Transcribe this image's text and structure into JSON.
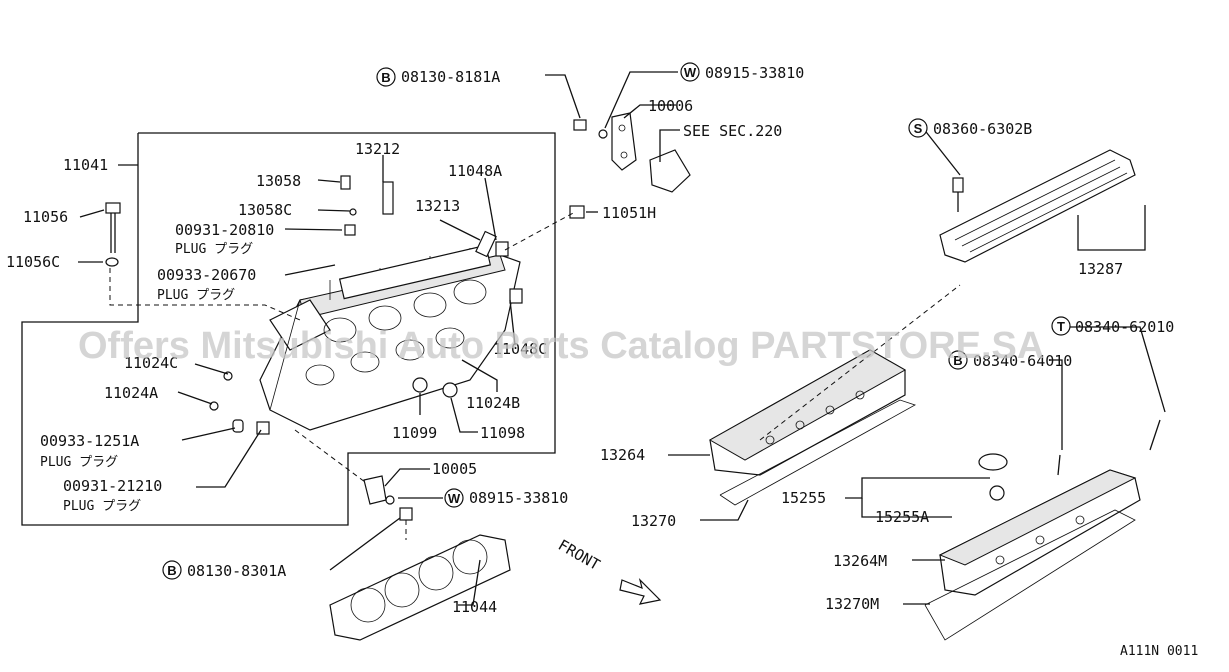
{
  "labels": {
    "p08130_8181A": "08130-8181A",
    "p08915_33810_top": "08915-33810",
    "p10006": "10006",
    "see_sec": "SEE SEC.220",
    "p08360_6302B": "08360-6302B",
    "p11041": "11041",
    "p13212": "13212",
    "p13058": "13058",
    "p11048A": "11048A",
    "p13058C": "13058C",
    "p13213": "13213",
    "p11051H": "11051H",
    "p11056": "11056",
    "p00931_20810": "00931-20810",
    "plug_1": "PLUG プラグ",
    "p11056C": "11056C",
    "p00933_20670": "00933-20670",
    "plug_2": "PLUG プラグ",
    "p13287": "13287",
    "p08340_62010": "08340-62010",
    "p08340_64010": "08340-64010",
    "p11048C": "11048C",
    "p11024C": "11024C",
    "p11024A": "11024A",
    "p11024B": "11024B",
    "p11099": "11099",
    "p11098": "11098",
    "p00933_1251A": "00933-1251A",
    "plug_3": "PLUG プラグ",
    "p00931_21210": "00931-21210",
    "plug_4": "PLUG プラグ",
    "p13264": "13264",
    "p10005": "10005",
    "p08915_33810_bot": "08915-33810",
    "p15255": "15255",
    "p15255A": "15255A",
    "p13270": "13270",
    "p13264M": "13264M",
    "p08130_8301A": "08130-8301A",
    "front": "FRONT",
    "p11044": "11044",
    "p13270M": "13270M",
    "diagram_code": "A111N 0011"
  },
  "circled": {
    "B": "B",
    "W": "W",
    "S": "S",
    "T": "T"
  },
  "watermark": "Offers Mitsubishi Auto Parts Catalog PARTSTORE.SA",
  "colors": {
    "line": "#111111",
    "watermark": "#c8c8c8",
    "background": "#ffffff"
  }
}
